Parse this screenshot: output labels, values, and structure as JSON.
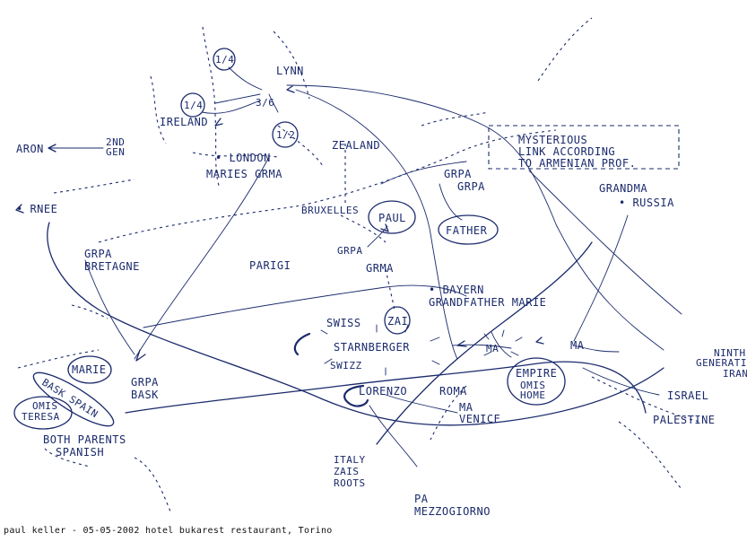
{
  "labels": {
    "aron": "ARON",
    "second_gen_1": "2ND",
    "second_gen_2": "GEN",
    "one_quarter_top": "1/4",
    "one_quarter_left": "1/4",
    "one_half": "1/2",
    "ireland": "IRELAND",
    "lynn": "LYNN",
    "uncle_marker": "3/6",
    "london": "• LONDON",
    "maries_grma": "MARIES GRMA",
    "zealand": "ZEALAND",
    "mysterious_1": "MYSTERIOUS",
    "mysterious_2": "LINK ACCORDING",
    "mysterious_3": "TO ARMENIAN PROF.",
    "grpa_top_1": "GRPA",
    "grpa_top_2": "GRPA",
    "grandma_russia_1": "GRANDMA",
    "grandma_russia_2": "• RUSSIA",
    "bruxelles": "BRUXELLES",
    "paul": "PAUL",
    "father": "FATHER",
    "rnee": "• RNEE",
    "grpa_bretagne_1": "GRPA",
    "grpa_bretagne_2": "BRETAGNE",
    "parigi": "PARIGI",
    "grpa_paul": "GRPA",
    "grma": "GRMA",
    "bayern": "• BAYERN",
    "grandfather_marie": "GRANDFATHER MARIE",
    "swiss": "SWISS",
    "zai": "ZAI",
    "starnberger": "STARNBERGER",
    "swizz": "SWIZZ",
    "ma_right": "MA",
    "ma_left": "MA",
    "empire_1": "EMPIRE",
    "empire_2": "OMIS",
    "empire_3": "HOME",
    "marie": "MARIE",
    "grpa_bask_1": "GRPA",
    "grpa_bask_2": "BASK",
    "bask_spain": "BASK SPAIN",
    "omis_1": "OMIS",
    "omis_2": "TERESA",
    "both_parents_1": "BOTH PARENTS",
    "both_parents_2": "SPANISH",
    "lorenzo": "LORENZO",
    "ma_venice_1": "MA",
    "ma_venice_2": "VENICE",
    "roma": "ROMA",
    "italy_1": "ITALY",
    "italy_2": "ZAIS",
    "italy_3": "ROOTS",
    "pa_mezzogiorno_1": "PA",
    "pa_mezzogiorno_2": "MEZZOGIORNO",
    "israel": "ISRAEL",
    "palestine": "PALESTINE",
    "ninth_gen_1": "NINTH",
    "ninth_gen_2": "GENERATION",
    "ninth_gen_3": "IRAN"
  },
  "footer": "paul keller - 05-05-2002 hotel bukarest restaurant, Torino",
  "colors": {
    "ink": "#1a2a6c",
    "paper": "#ffffff"
  }
}
